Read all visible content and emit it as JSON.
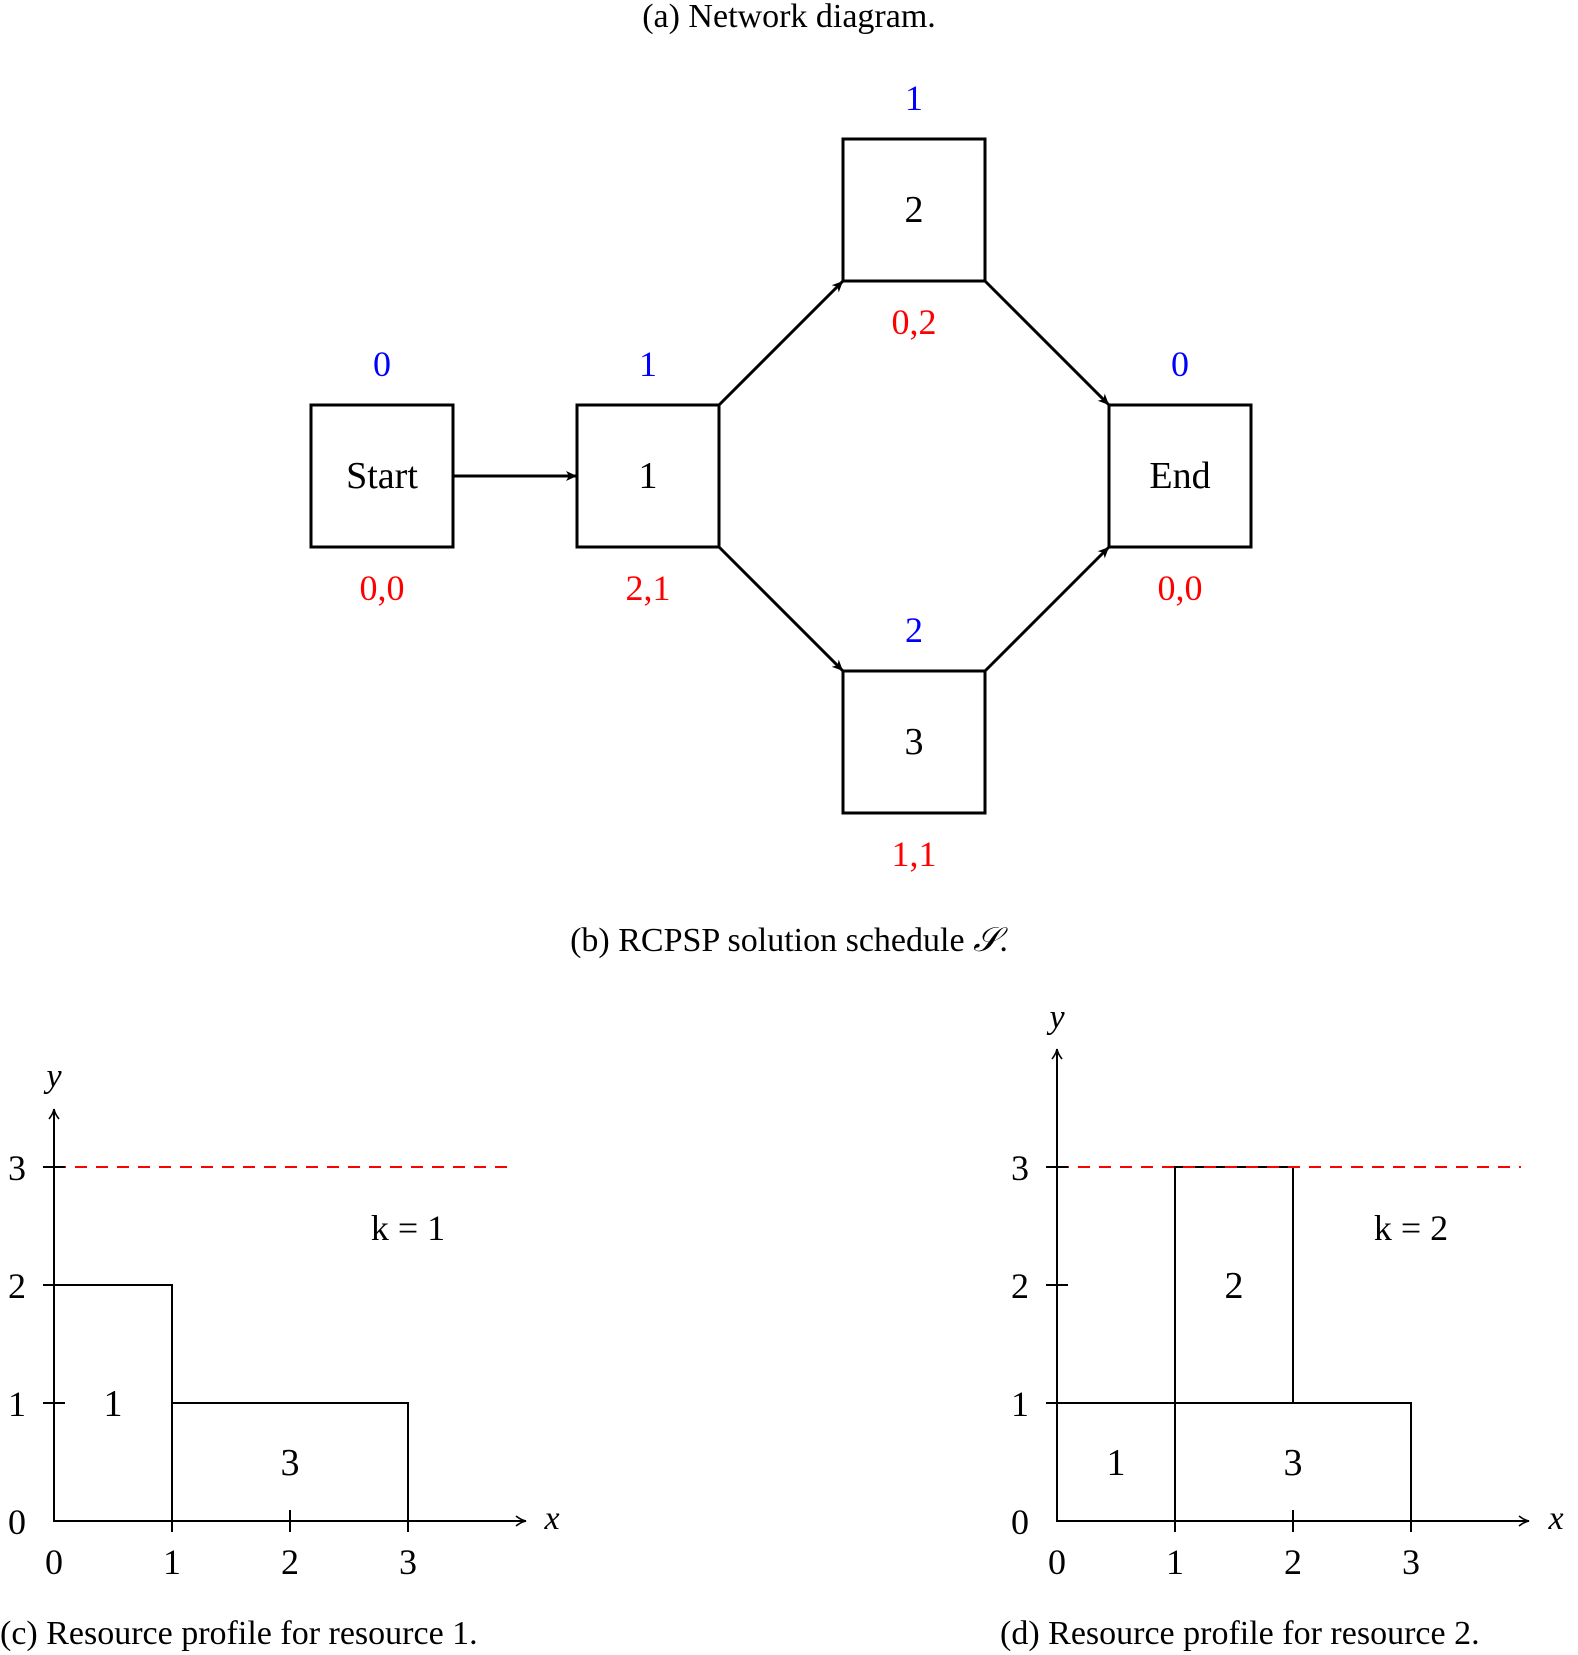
{
  "captions": {
    "a": "(a) Network diagram.",
    "b_prefix": "(b) RCPSP solution schedule ",
    "b_symbol": "𝒮",
    "b_suffix": ".",
    "c": "(c) Resource profile for resource 1.",
    "d": "(d) Resource profile for resource 2."
  },
  "colors": {
    "duration": "#0000ff",
    "demand": "#ff0000",
    "capacity_line": "#ff0000",
    "stroke": "#000000"
  },
  "network": {
    "nodes": [
      {
        "id": "start",
        "label": "Start",
        "duration": "0",
        "demands": "0,0"
      },
      {
        "id": "1",
        "label": "1",
        "duration": "1",
        "demands": "2,1"
      },
      {
        "id": "2",
        "label": "2",
        "duration": "1",
        "demands": "0,2"
      },
      {
        "id": "3",
        "label": "3",
        "duration": "2",
        "demands": "1,1"
      },
      {
        "id": "end",
        "label": "End",
        "duration": "0",
        "demands": "0,0"
      }
    ],
    "edges": [
      {
        "from": "start",
        "to": "1"
      },
      {
        "from": "1",
        "to": "2"
      },
      {
        "from": "1",
        "to": "3"
      },
      {
        "from": "2",
        "to": "end"
      },
      {
        "from": "3",
        "to": "end"
      }
    ]
  },
  "profiles": [
    {
      "id": "resource-1",
      "k_label": "k = 1",
      "x_axis_label": "x",
      "y_axis_label": "y",
      "x_ticks": [
        "0",
        "1",
        "2",
        "3"
      ],
      "y_ticks": [
        "0",
        "1",
        "2",
        "3"
      ],
      "capacity": 3,
      "blocks": [
        {
          "activity": "1",
          "start": 0,
          "end": 1,
          "bottom": 0,
          "top": 2
        },
        {
          "activity": "3",
          "start": 1,
          "end": 3,
          "bottom": 0,
          "top": 1
        }
      ]
    },
    {
      "id": "resource-2",
      "k_label": "k = 2",
      "x_axis_label": "x",
      "y_axis_label": "y",
      "x_ticks": [
        "0",
        "1",
        "2",
        "3"
      ],
      "y_ticks": [
        "0",
        "1",
        "2",
        "3"
      ],
      "capacity": 3,
      "blocks": [
        {
          "activity": "1",
          "start": 0,
          "end": 1,
          "bottom": 0,
          "top": 1
        },
        {
          "activity": "3",
          "start": 1,
          "end": 3,
          "bottom": 0,
          "top": 1
        },
        {
          "activity": "2",
          "start": 1,
          "end": 2,
          "bottom": 1,
          "top": 3
        }
      ]
    }
  ]
}
